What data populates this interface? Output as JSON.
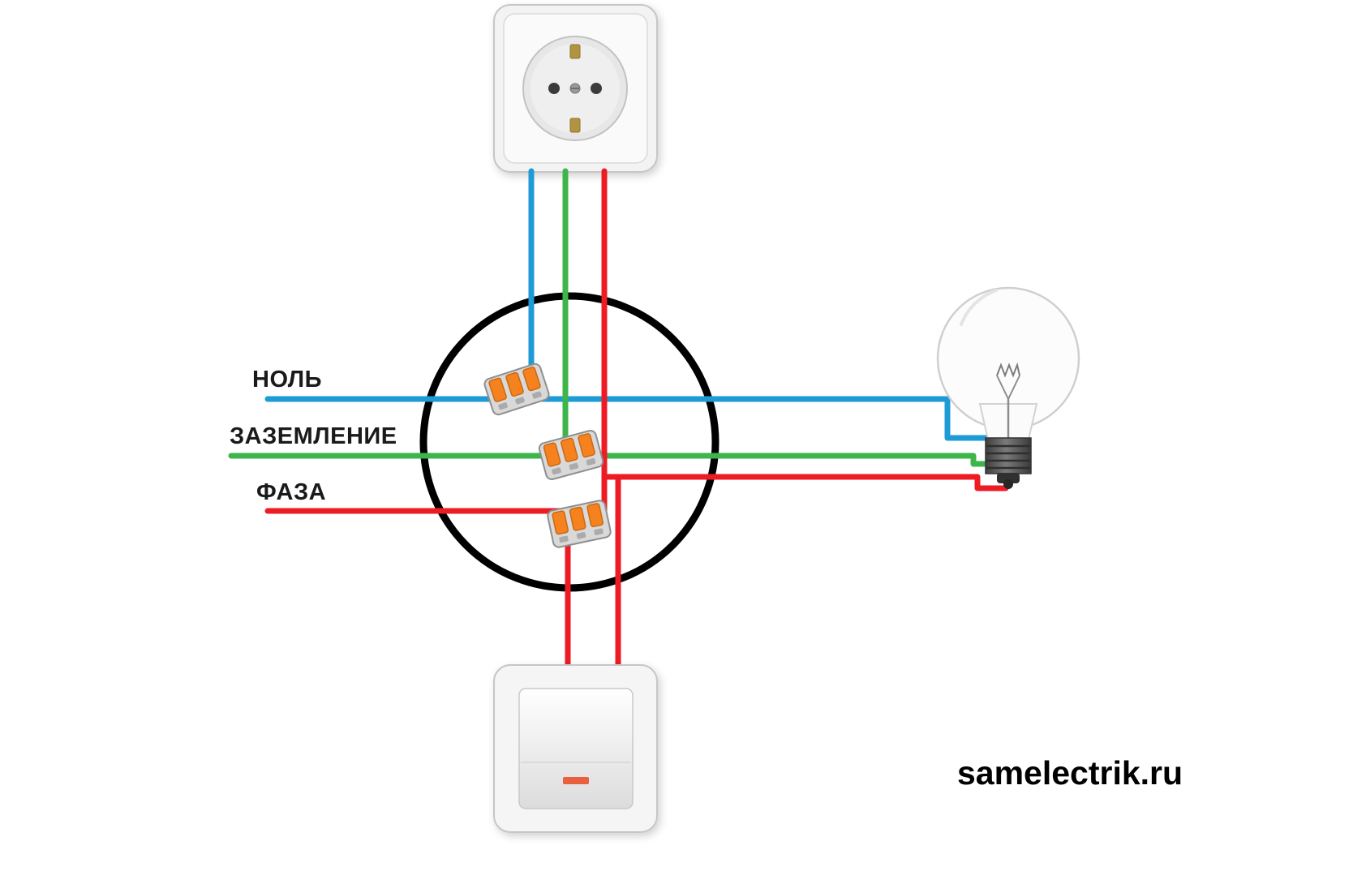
{
  "labels": {
    "neutral": "НОЛЬ",
    "ground": "ЗАЗЕМЛЕНИЕ",
    "phase": "ФАЗА"
  },
  "watermark": "samelectrik.ru",
  "colors": {
    "neutral_wire": "#1e9bd7",
    "ground_wire": "#3cb54a",
    "phase_wire": "#ed1c24",
    "junction_outline": "#000000",
    "switch_indicator": "#e8603c",
    "connector_lever": "#f5821f"
  },
  "components": {
    "socket": "wall-socket",
    "junction_box": "junction-box-circle",
    "connector": "wago-terminal-connector",
    "switch": "single-key-switch",
    "bulb": "incandescent-light-bulb"
  }
}
